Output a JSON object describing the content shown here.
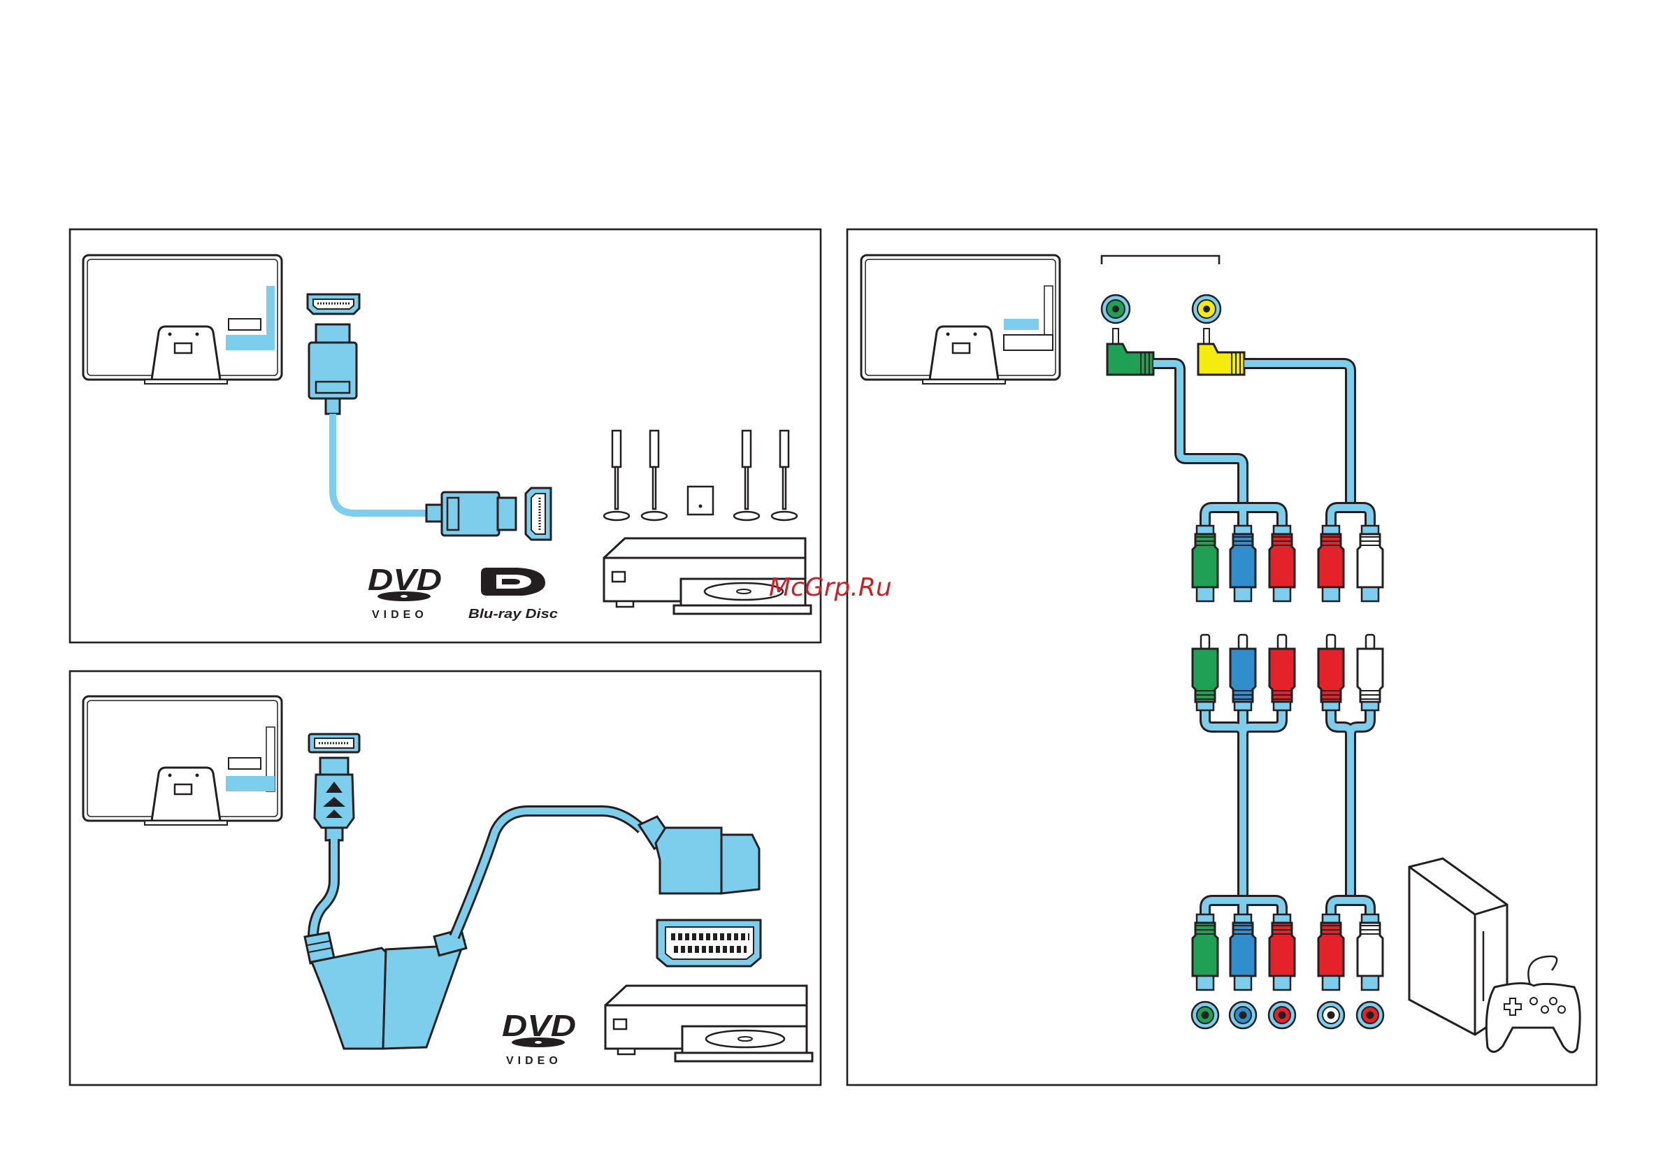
{
  "colors": {
    "cable": "#7dcdec",
    "outline": "#231f20",
    "green": "#1fa155",
    "blue": "#2f8ecb",
    "red": "#e4222a",
    "white": "#ffffff",
    "yellow": "#f6eb0f",
    "watermark": "#cc1f26"
  },
  "panels": {
    "hdmi": {
      "logos": {
        "dvd": "DVD",
        "dvd_sub": "VIDEO",
        "bluray": "Blu-ray Disc"
      }
    },
    "scart": {
      "logos": {
        "dvd": "DVD",
        "dvd_sub": "VIDEO"
      }
    },
    "component": {
      "upper_plugs": [
        "green",
        "blue",
        "red",
        "red",
        "white"
      ],
      "jacks": [
        "green",
        "blue",
        "red",
        "white",
        "red"
      ],
      "icons": [
        "game-console-icon",
        "gamepad-icon"
      ]
    }
  },
  "watermark": "McGrp.Ru"
}
